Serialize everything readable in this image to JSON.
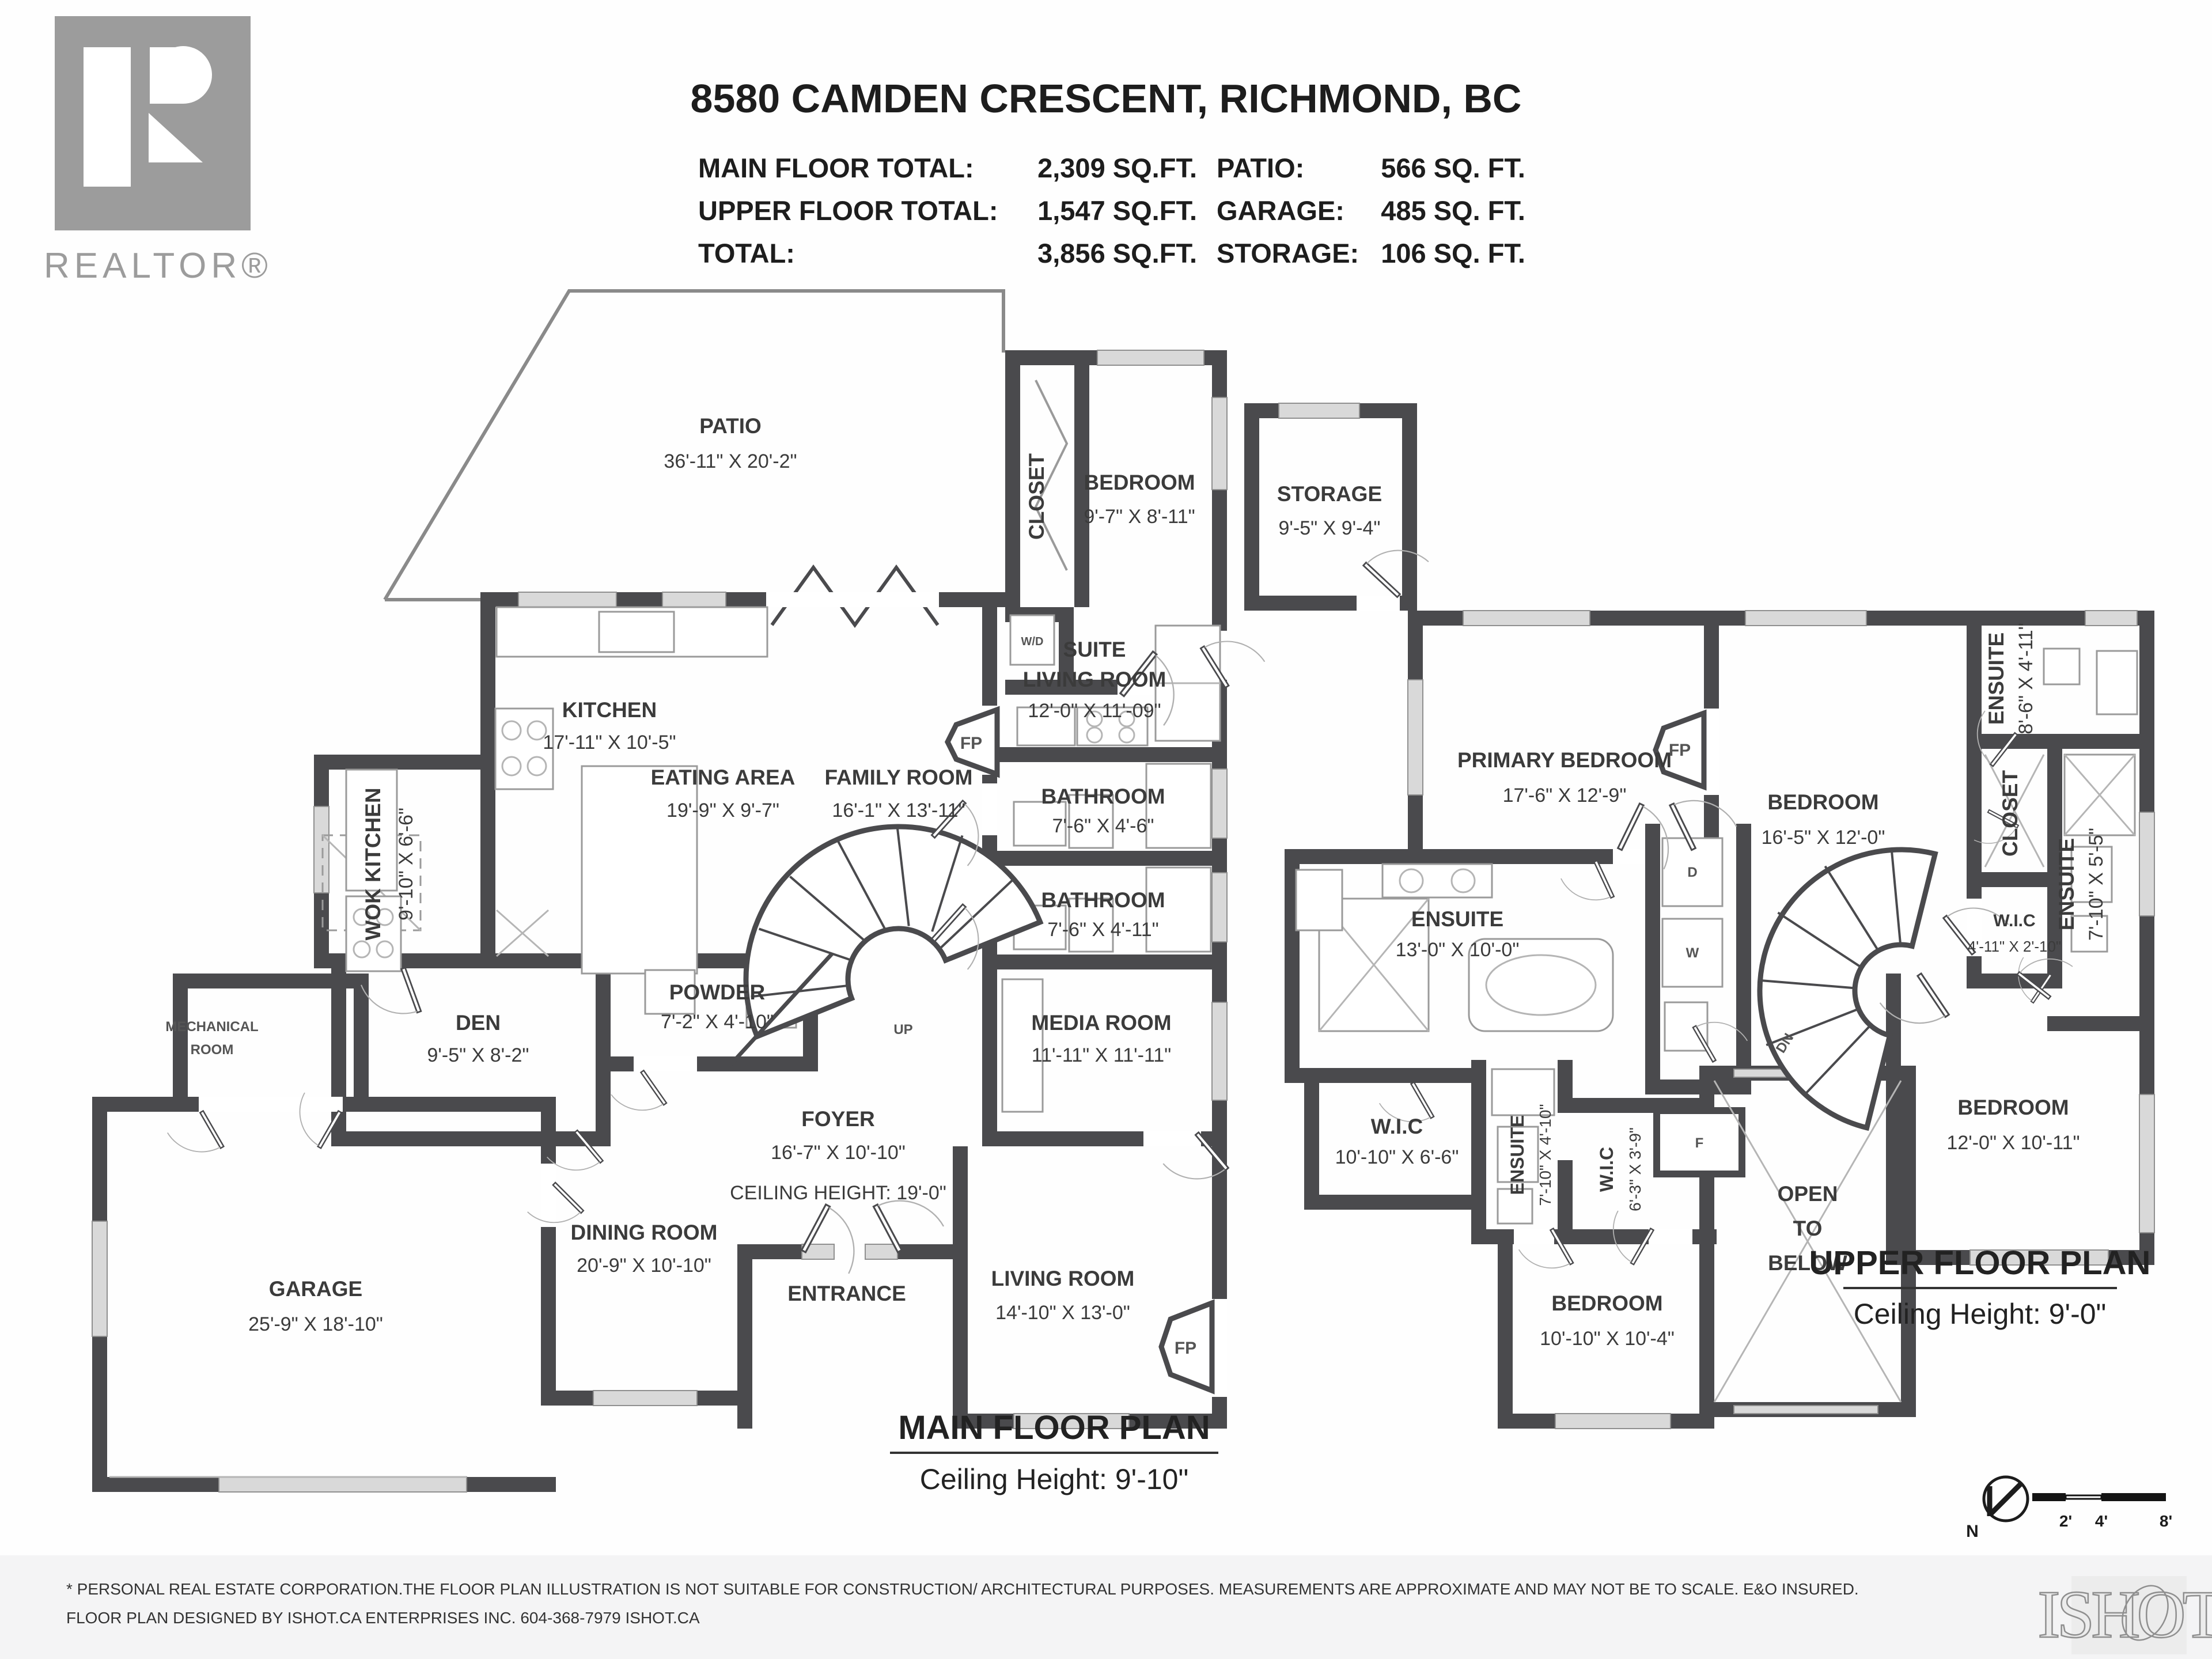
{
  "header": {
    "title": "8580 CAMDEN CRESCENT, RICHMOND, BC",
    "stats": [
      {
        "label": "MAIN FLOOR TOTAL:",
        "value": "2,309 SQ.FT.",
        "label2": "PATIO:",
        "value2": "566 SQ. FT."
      },
      {
        "label": "UPPER FLOOR TOTAL:",
        "value": "1,547 SQ.FT.",
        "label2": "GARAGE:",
        "value2": "485 SQ. FT."
      },
      {
        "label": "TOTAL:",
        "value": "3,856 SQ.FT.",
        "label2": "STORAGE:",
        "value2": "106 SQ. FT."
      }
    ]
  },
  "logos": {
    "realtor": "REALTOR®",
    "ishot": "ISHOT"
  },
  "main_floor": {
    "title": "MAIN FLOOR PLAN",
    "ceiling": "Ceiling Height: 9'-10\"",
    "rooms": {
      "patio": {
        "name": "PATIO",
        "dims": "36'-11\" X 20'-2\""
      },
      "kitchen": {
        "name": "KITCHEN",
        "dims": "17'-11\" X 10'-5\""
      },
      "eating": {
        "name": "EATING AREA",
        "dims": "19'-9\" X 9'-7\""
      },
      "family": {
        "name": "FAMILY ROOM",
        "dims": "16'-1\" X 13'-11\""
      },
      "wok": {
        "name": "WOK KITCHEN",
        "dims": "9'-10\" X 6'-6\""
      },
      "den": {
        "name": "DEN",
        "dims": "9'-5\" X 8'-2\""
      },
      "powder": {
        "name": "POWDER",
        "dims": "7'-2\" X 4'-10\""
      },
      "mech": {
        "line1": "MECHANICAL",
        "line2": "ROOM"
      },
      "garage": {
        "name": "GARAGE",
        "dims": "25'-9\" X 18'-10\""
      },
      "dining": {
        "name": "DINING ROOM",
        "dims": "20'-9\" X 10'-10\""
      },
      "entrance": {
        "name": "ENTRANCE"
      },
      "living": {
        "name": "LIVING ROOM",
        "dims": "14'-10\" X 13'-0\""
      },
      "foyer": {
        "name": "FOYER",
        "dims": "16'-7\" X 10'-10\"",
        "ceiling": "CEILING HEIGHT: 19'-0\""
      },
      "media": {
        "name": "MEDIA ROOM",
        "dims": "11'-11\" X 11'-11\""
      },
      "bath1": {
        "name": "BATHROOM",
        "dims": "7'-6\" X 4'-6\""
      },
      "bath2": {
        "name": "BATHROOM",
        "dims": "7'-6\" X 4'-11\""
      },
      "suite": {
        "line1": "SUITE",
        "line2": "LIVING ROOM",
        "dims": "12'-0\" X 11'-09\""
      },
      "bedroom": {
        "name": "BEDROOM",
        "dims": "9'-7\" X 8'-11\""
      },
      "closet": {
        "name": "CLOSET"
      },
      "storage": {
        "name": "STORAGE",
        "dims": "9'-5\" X 9'-4\""
      }
    },
    "labels": {
      "up": "UP",
      "fp": "FP",
      "wd": "W/D"
    }
  },
  "upper_floor": {
    "title": "UPPER FLOOR PLAN",
    "ceiling": "Ceiling Height: 9'-0\"",
    "rooms": {
      "primary": {
        "name": "PRIMARY BEDROOM",
        "dims": "17'-6\" X 12'-9\""
      },
      "bedroom2": {
        "name": "BEDROOM",
        "dims": "16'-5\" X 12'-0\""
      },
      "ensuite_tr": {
        "name": "ENSUITE",
        "dims": "8'-6\" X 4'-11\""
      },
      "closet": {
        "name": "CLOSET"
      },
      "ensuite_r": {
        "name": "ENSUITE",
        "dims": "7'-10\" X 5'-5\""
      },
      "wic_r": {
        "name": "W.I.C",
        "dims": "4'-11\" X 2'-10\""
      },
      "bedroom3": {
        "name": "BEDROOM",
        "dims": "12'-0\" X 10'-11\""
      },
      "ensuite_l": {
        "name": "ENSUITE",
        "dims": "13'-0\" X 10'-0\""
      },
      "wic_l": {
        "name": "W.I.C",
        "dims": "10'-10\" X 6'-6\""
      },
      "ensuite_s": {
        "name": "ENSUITE",
        "dims": "7'-10\" X 4'-10\""
      },
      "wic_s": {
        "name": "W.I.C",
        "dims": "6'-3\" X 3'-9\""
      },
      "bedroom4": {
        "name": "BEDROOM",
        "dims": "10'-10\" X 10'-4\""
      },
      "open": {
        "line1": "OPEN",
        "line2": "TO",
        "line3": "BELOW"
      }
    },
    "labels": {
      "dn": "DN",
      "fp": "FP",
      "d": "D",
      "w": "W",
      "f": "F"
    }
  },
  "compass": {
    "n": "N",
    "ticks": [
      "2'",
      "4'",
      "8'"
    ]
  },
  "footer": {
    "line1": "* PERSONAL REAL ESTATE CORPORATION.THE FLOOR PLAN ILLUSTRATION IS NOT SUITABLE FOR CONSTRUCTION/ ARCHITECTURAL PURPOSES. MEASUREMENTS ARE APPROXIMATE AND MAY NOT BE TO SCALE. E&O INSURED.",
    "line2": "FLOOR PLAN DESIGNED BY ISHOT.CA ENTERPRISES INC. 604-368-7979  ISHOT.CA"
  }
}
